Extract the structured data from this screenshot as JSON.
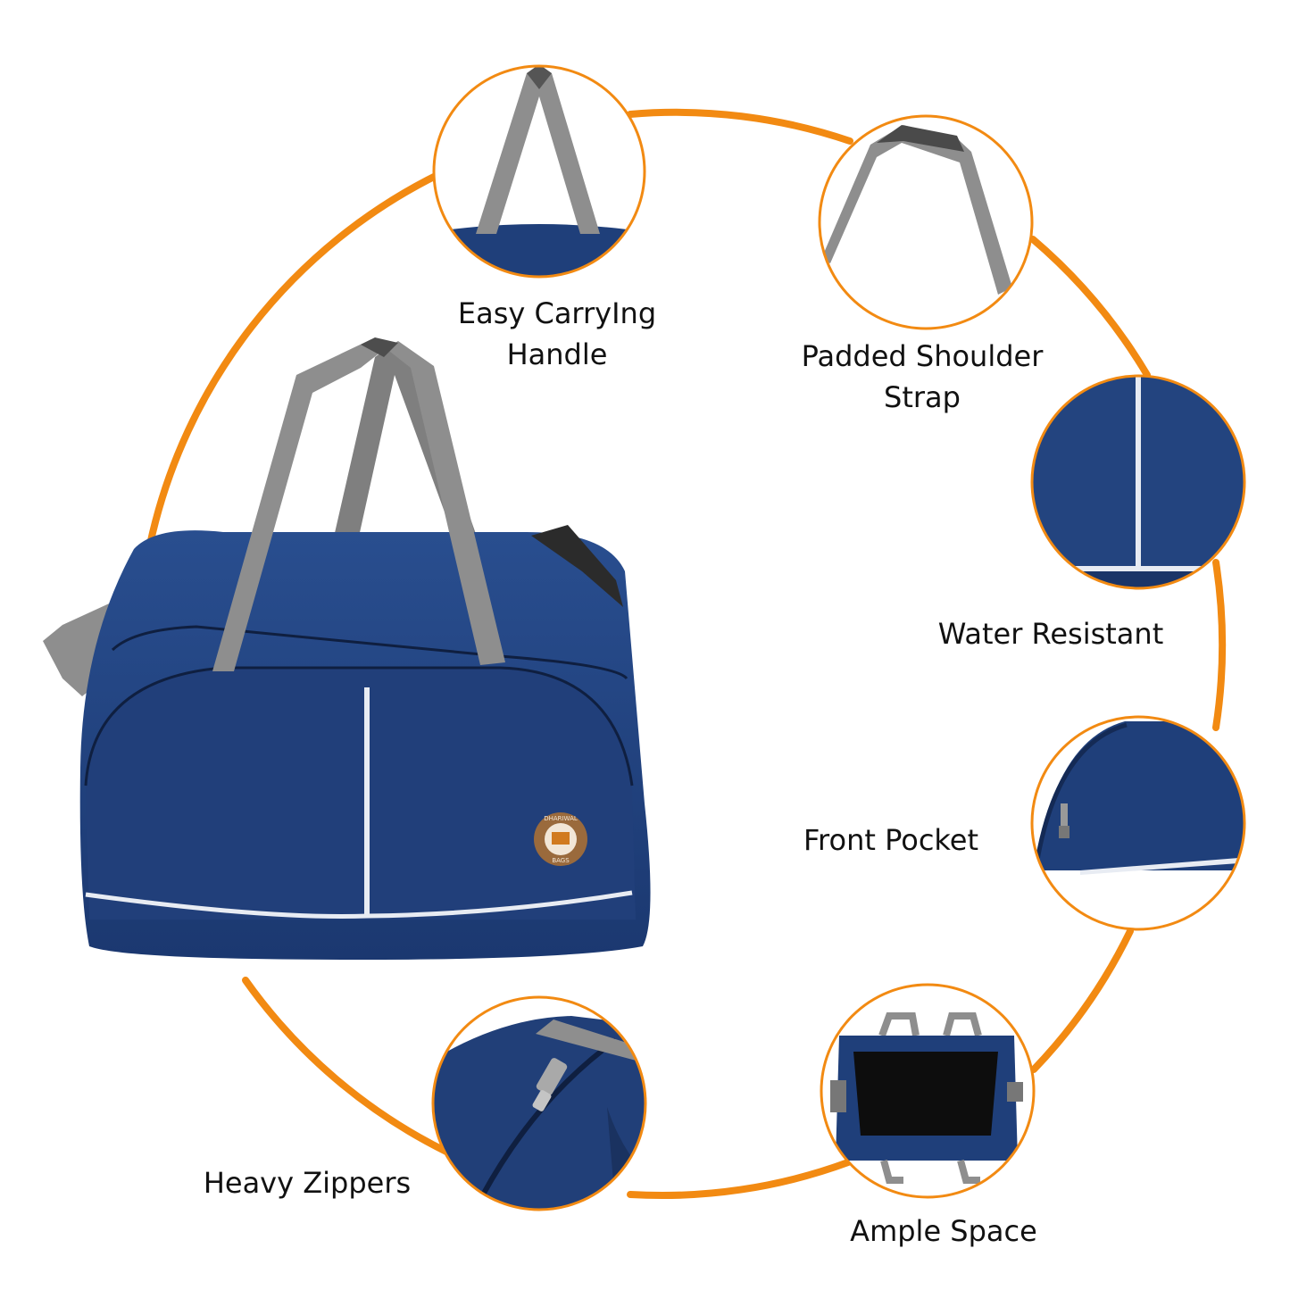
{
  "colors": {
    "ring": "#F28A12",
    "bag_blue": "#1F3F7A",
    "bag_blue_dark": "#162E5C",
    "strap_grey": "#8E8E8E",
    "piping": "#E8ECF3",
    "badge": "#9A6A3C"
  },
  "features": [
    {
      "icon": "handle-icon",
      "lines": [
        "Easy CarryIng",
        "Handle"
      ]
    },
    {
      "icon": "shoulder-strap-icon",
      "lines": [
        "Padded Shoulder",
        "Strap"
      ]
    },
    {
      "icon": "water-resistant-icon",
      "lines": [
        "Water Resistant"
      ]
    },
    {
      "icon": "front-pocket-icon",
      "lines": [
        "Front Pocket"
      ]
    },
    {
      "icon": "ample-space-icon",
      "lines": [
        "Ample Space"
      ]
    },
    {
      "icon": "zipper-icon",
      "lines": [
        "Heavy Zippers"
      ]
    }
  ],
  "badge": {
    "top_text": "DHARIWAL",
    "bottom_text": "BAGS"
  }
}
